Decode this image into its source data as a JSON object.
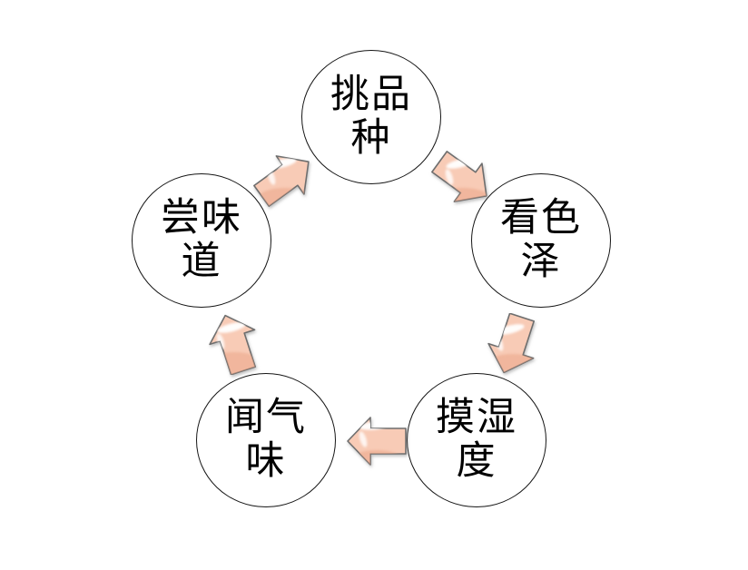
{
  "page": {
    "background_color": "#ffffff"
  },
  "diagram": {
    "type": "cycle",
    "direction": "clockwise",
    "node_count": 5,
    "node_fill_color": "#ffffff",
    "node_border_color": "#161616",
    "text_color": "#000000",
    "arrow_fill_color": "#f8cbb6",
    "arrow_outline_color": "#6e6e6e",
    "nodes": [
      {
        "label": "挑品种",
        "display": "挑品\n种",
        "position": "top"
      },
      {
        "label": "看色泽",
        "display": "看色\n泽",
        "position": "upper-right"
      },
      {
        "label": "摸湿度",
        "display": "摸湿\n度",
        "position": "lower-right"
      },
      {
        "label": "闻气味",
        "display": "闻气\n味",
        "position": "lower-left"
      },
      {
        "label": "尝味道",
        "display": "尝味\n道",
        "position": "upper-left"
      }
    ],
    "arrows": [
      {
        "from": "尝味道",
        "to": "挑品种"
      },
      {
        "from": "挑品种",
        "to": "看色泽"
      },
      {
        "from": "看色泽",
        "to": "摸湿度"
      },
      {
        "from": "摸湿度",
        "to": "闻气味"
      },
      {
        "from": "闻气味",
        "to": "尝味道"
      }
    ]
  }
}
